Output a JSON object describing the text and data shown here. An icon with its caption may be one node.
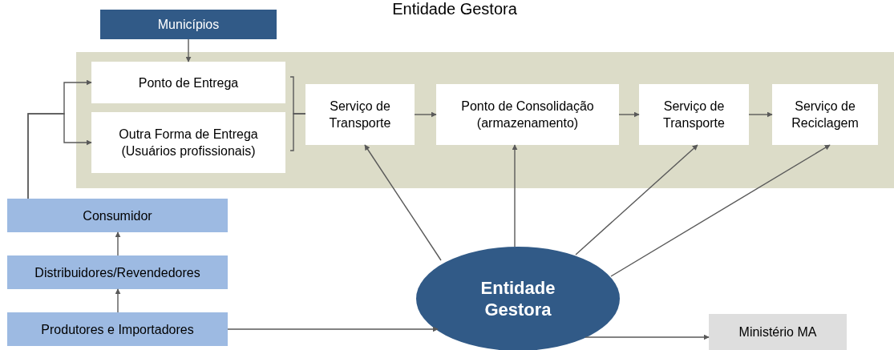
{
  "diagram": {
    "title": "Entidade Gestora",
    "nodes": [
      {
        "text": [],
        "shape": "box"
      },
      {
        "text": [
          "Municípios"
        ]
      },
      {
        "text": [
          "Ponto de Entrega"
        ],
        "in": 0
      },
      {
        "text": [
          "Outra Forma de Entrega (Usuários profissionais)"
        ],
        "in": 0
      },
      {
        "text": [
          "Serviço de Transporte"
        ],
        "in": 0
      },
      {
        "text": [
          "Ponto de Consolidação (armazenamento)"
        ],
        "in": 0
      },
      {
        "text": [
          "Serviço de Transporte"
        ],
        "in": 0
      },
      {
        "text": [
          "Serviço de Reciclagem"
        ],
        "in": 0
      },
      {
        "text": [
          "Consumidor"
        ]
      },
      {
        "text": [
          "Distribuidores/Revendedores"
        ]
      },
      {
        "text": [
          "Produtores e Importadores"
        ]
      },
      {
        "text": [
          "Entidade Gestora"
        ]
      },
      {
        "text": [
          "Ministério MA"
        ]
      }
    ],
    "edges": [
      {
        "from": 1,
        "to": 2,
        "arrow": "to"
      },
      {
        "from": 8,
        "to": 2,
        "arrow": "to"
      },
      {
        "from": 8,
        "to": 3,
        "arrow": "to"
      },
      {
        "from": 2,
        "to": 4,
        "arrow": "none"
      },
      {
        "from": 3,
        "to": 4,
        "arrow": "none"
      },
      {
        "from": 4,
        "to": 5,
        "arrow": "to"
      },
      {
        "from": 5,
        "to": 6,
        "arrow": "to"
      },
      {
        "from": 6,
        "to": 7,
        "arrow": "to"
      },
      {
        "from": 9,
        "to": 8,
        "arrow": "to"
      },
      {
        "from": 10,
        "to": 9,
        "arrow": "to"
      },
      {
        "from": 10,
        "to": 11,
        "arrow": "to"
      },
      {
        "from": 11,
        "to": 4,
        "arrow": "to"
      },
      {
        "from": 11,
        "to": 5,
        "arrow": "to"
      },
      {
        "from": 11,
        "to": 6,
        "arrow": "to"
      },
      {
        "from": 11,
        "to": 7,
        "arrow": "to"
      },
      {
        "from": 11,
        "to": 12,
        "arrow": "to"
      }
    ]
  }
}
